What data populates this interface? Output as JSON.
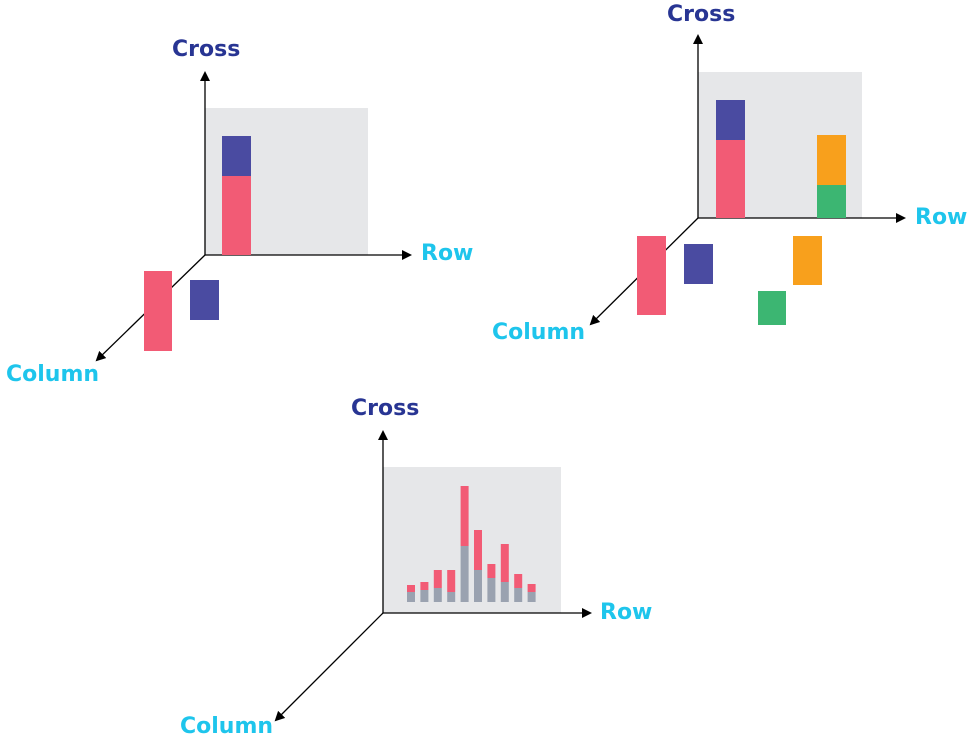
{
  "colors": {
    "cross": "#283593",
    "row": "#1ec5ec",
    "column": "#1ec5ec",
    "plane": "#e6e7e9",
    "axis": "#000000",
    "red": "#f25b75",
    "blue": "#4a4ba1",
    "orange": "#f8a01c",
    "green": "#3cb672",
    "gray": "#9aa2b0"
  },
  "diagrams": [
    {
      "id": "single",
      "axes": {
        "cross": "Cross",
        "row": "Row",
        "column": "Column"
      },
      "stack": [
        {
          "color": "blue",
          "part": "top"
        },
        {
          "color": "red",
          "part": "bottom"
        }
      ],
      "projections": [
        "red",
        "blue"
      ]
    },
    {
      "id": "double",
      "axes": {
        "cross": "Cross",
        "row": "Row",
        "column": "Column"
      },
      "stacks": [
        [
          {
            "color": "blue"
          },
          {
            "color": "red"
          }
        ],
        [
          {
            "color": "orange"
          },
          {
            "color": "green"
          }
        ]
      ],
      "projections": [
        "red",
        "blue",
        "orange",
        "green"
      ]
    },
    {
      "id": "histogram",
      "axes": {
        "cross": "Cross",
        "row": "Row",
        "column": "Column"
      },
      "bars": [
        {
          "gray": 10,
          "red": 7
        },
        {
          "gray": 12,
          "red": 8
        },
        {
          "gray": 14,
          "red": 18
        },
        {
          "gray": 10,
          "red": 22
        },
        {
          "gray": 56,
          "red": 60
        },
        {
          "gray": 32,
          "red": 40
        },
        {
          "gray": 24,
          "red": 14
        },
        {
          "gray": 20,
          "red": 38
        },
        {
          "gray": 14,
          "red": 14
        },
        {
          "gray": 10,
          "red": 8
        }
      ]
    }
  ]
}
